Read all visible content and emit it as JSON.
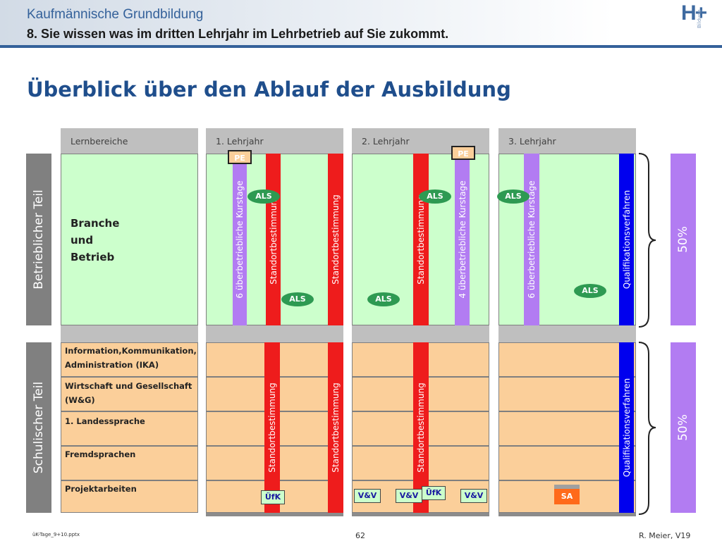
{
  "header": {
    "line1": "Kaufmännische Grundbildung",
    "line2": "8.  Sie wissen was im dritten Lehrjahr im Lehrbetrieb auf Sie zukommt.",
    "logo": "H+",
    "logo_sub": "Bildung"
  },
  "title": "Überblick über den Ablauf der Ausbildung",
  "columns": {
    "lernbereiche": "Lernbereiche",
    "year1": "1. Lehrjahr",
    "year2": "2. Lehrjahr",
    "year3": "3. Lehrjahr"
  },
  "side": {
    "betrieb": "Betrieblicher Teil",
    "schule": "Schulischer Teil"
  },
  "branche": [
    "Branche",
    "und",
    "Betrieb"
  ],
  "school_rows": [
    [
      "Information,Kommunikation,",
      "Administration (IKA)"
    ],
    [
      "Wirtschaft und Gesellschaft",
      "(W&G)"
    ],
    [
      "1. Landessprache"
    ],
    [
      "Fremdsprachen"
    ],
    [
      "Projektarbeiten"
    ]
  ],
  "bars": {
    "kurstage6": "6 überbetriebliche Kurstage",
    "kurstage4": "4 überbetriebliche Kurstage",
    "standort": "Standortbestimmung",
    "qv": "Qualifikationsverfahren"
  },
  "tags": {
    "als": "ALS",
    "pe": "PE",
    "ufk": "ÜfK",
    "vv": "V&V",
    "sa": "SA"
  },
  "percent": {
    "top": "50%",
    "bottom": "50%"
  },
  "footer": {
    "file": "üK-Tage_9+10.pptx",
    "page": "62",
    "author": "R. Meier, V19"
  }
}
